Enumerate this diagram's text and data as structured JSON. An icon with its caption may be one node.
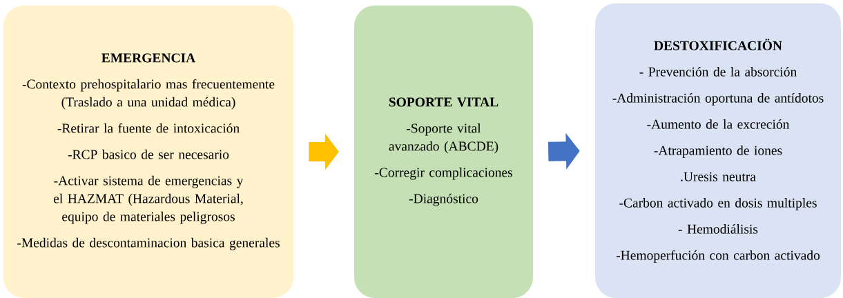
{
  "diagram": {
    "nodes": [
      {
        "text": [
          "EMERGENCIA",
          "-Contexto prehospitalario mas frecuentemente (Traslado a una unidad médica)",
          "-Retirar la fuente de intoxicación",
          "-RCP basico de ser necesario",
          "-Activar sistema de emergencias y el HAZMAT (Hazardous Material, equipo de materiales peligrosos",
          "-Medidas de descontaminacion basica generales"
        ]
      },
      {
        "text": [
          "SOPORTE VITAL",
          "-Soporte vital avanzado (ABCDE)",
          "-Corregir complicaciones",
          "-Diagnóstico"
        ]
      },
      {
        "text": [
          "DESTOXIFICACIÖN",
          "- Prevención de la absorción",
          "-Administración oportuna de antídotos",
          "-Aumento de la excreción",
          "-Atrapamiento de iones",
          ".Uresis neutra",
          "-Carbon activado en dosis multiples",
          "- Hemodiálisis",
          "-Hemoperfución con carbon activado"
        ]
      }
    ],
    "edges": [
      {
        "from": 0,
        "to": 1,
        "arrow": "to",
        "color": "#ffc000"
      },
      {
        "from": 1,
        "to": 2,
        "arrow": "to",
        "color": "#4472c4"
      }
    ]
  }
}
